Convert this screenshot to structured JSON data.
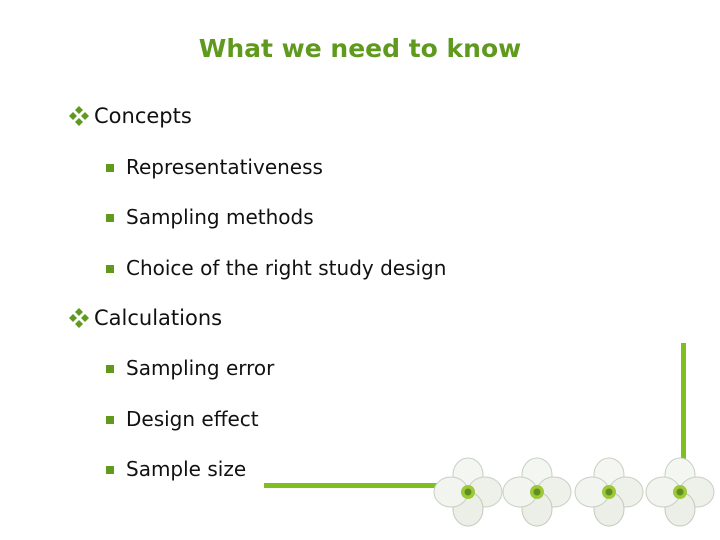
{
  "title": "What we need to know",
  "sections": [
    {
      "label": "Concepts",
      "items": [
        "Representativeness",
        "Sampling methods",
        "Choice of the right study design"
      ]
    },
    {
      "label": "Calculations",
      "items": [
        "Sampling error",
        "Design effect",
        "Sample size"
      ]
    }
  ],
  "colors": {
    "accent": "#5f9a1e",
    "decor_line": "#7fbf1f"
  },
  "decor": {
    "flower_count": 4
  }
}
